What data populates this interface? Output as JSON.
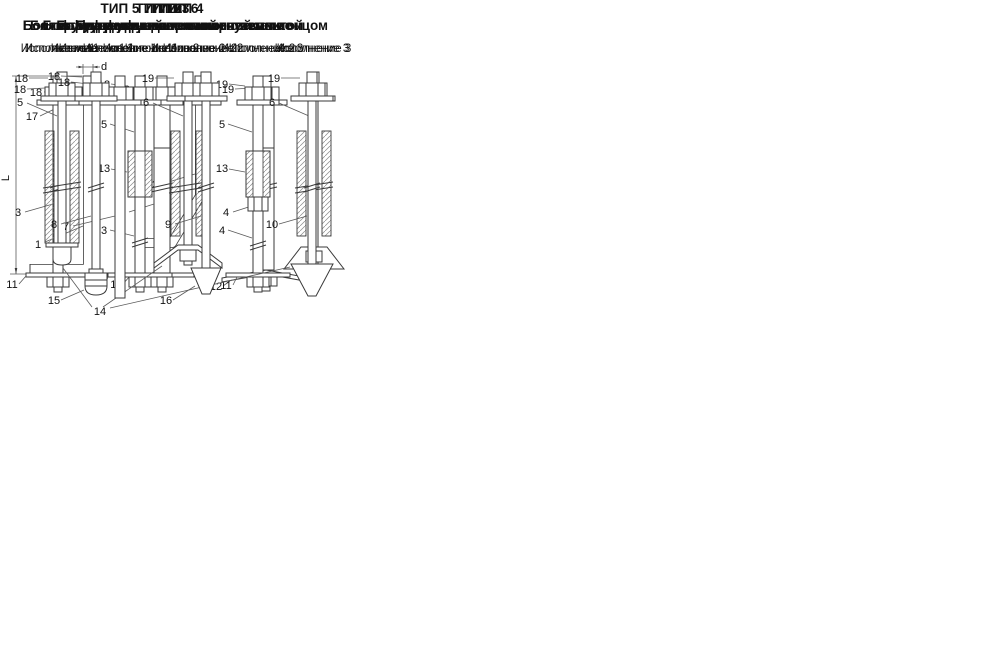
{
  "page": {
    "background": "#ffffff",
    "line_color": "#3a3a3a",
    "text_color": "#111111"
  },
  "sections": [
    {
      "title": "ТИП 1",
      "subtitle": "Болты фундаментные изогнутые",
      "dimensions": {
        "diameter": "d",
        "length": "L"
      },
      "variants": [
        {
          "label": "Исполнение 1",
          "callouts": [
            "18",
            "17",
            "1"
          ]
        },
        {
          "label": "Исполнение 2",
          "callouts": [
            "2"
          ]
        }
      ]
    },
    {
      "title": "ТИП 2",
      "subtitle": "Болты фундаментные с анкерной плитой",
      "variants": [
        {
          "label": "Исполнение 1",
          "callouts": [
            "18",
            "3",
            "11"
          ]
        },
        {
          "label": "Исполнение 2",
          "callouts": [
            "19",
            "4",
            "11"
          ]
        },
        {
          "label": "Исполнение 3",
          "callouts": [
            "19",
            "4",
            "12"
          ]
        }
      ]
    },
    {
      "title": "ТИП 3",
      "subtitle": "Болты фундаментные составные",
      "variants": [
        {
          "label": "Исполнение 1",
          "callouts": [
            "18",
            "5",
            "13",
            "3",
            "11"
          ]
        },
        {
          "label": "Исполнение 2",
          "callouts": [
            "19",
            "5",
            "13",
            "4",
            "11"
          ]
        }
      ]
    },
    {
      "title": "ТИП 4",
      "subtitle": "Болты фундаментные съемные",
      "shared_callout": "14",
      "variants": [
        {
          "label": "Исполнение 1",
          "callouts": [
            "18",
            "5"
          ]
        },
        {
          "label": "Исполнение 2",
          "callouts": [
            "19",
            "6"
          ]
        },
        {
          "label": "Исполнение 3",
          "callouts": [
            "19",
            "6"
          ]
        }
      ]
    },
    {
      "title": "ТИП 5",
      "subtitle": "Болт фундаментный прямой",
      "variants": [
        {
          "label": "Исполнение 1",
          "callouts": [
            "18",
            "7"
          ]
        }
      ]
    },
    {
      "title": "ТИП 6",
      "subtitle": "Болты фундаментные с коническим концом",
      "variants": [
        {
          "label": "Исполнение 1",
          "callouts": [
            "18",
            "8",
            "15"
          ]
        },
        {
          "label": "Исполнение 2",
          "callouts": [
            "9",
            "16"
          ]
        },
        {
          "label": "Исполнение 3",
          "callouts": [
            "10"
          ]
        }
      ]
    }
  ]
}
